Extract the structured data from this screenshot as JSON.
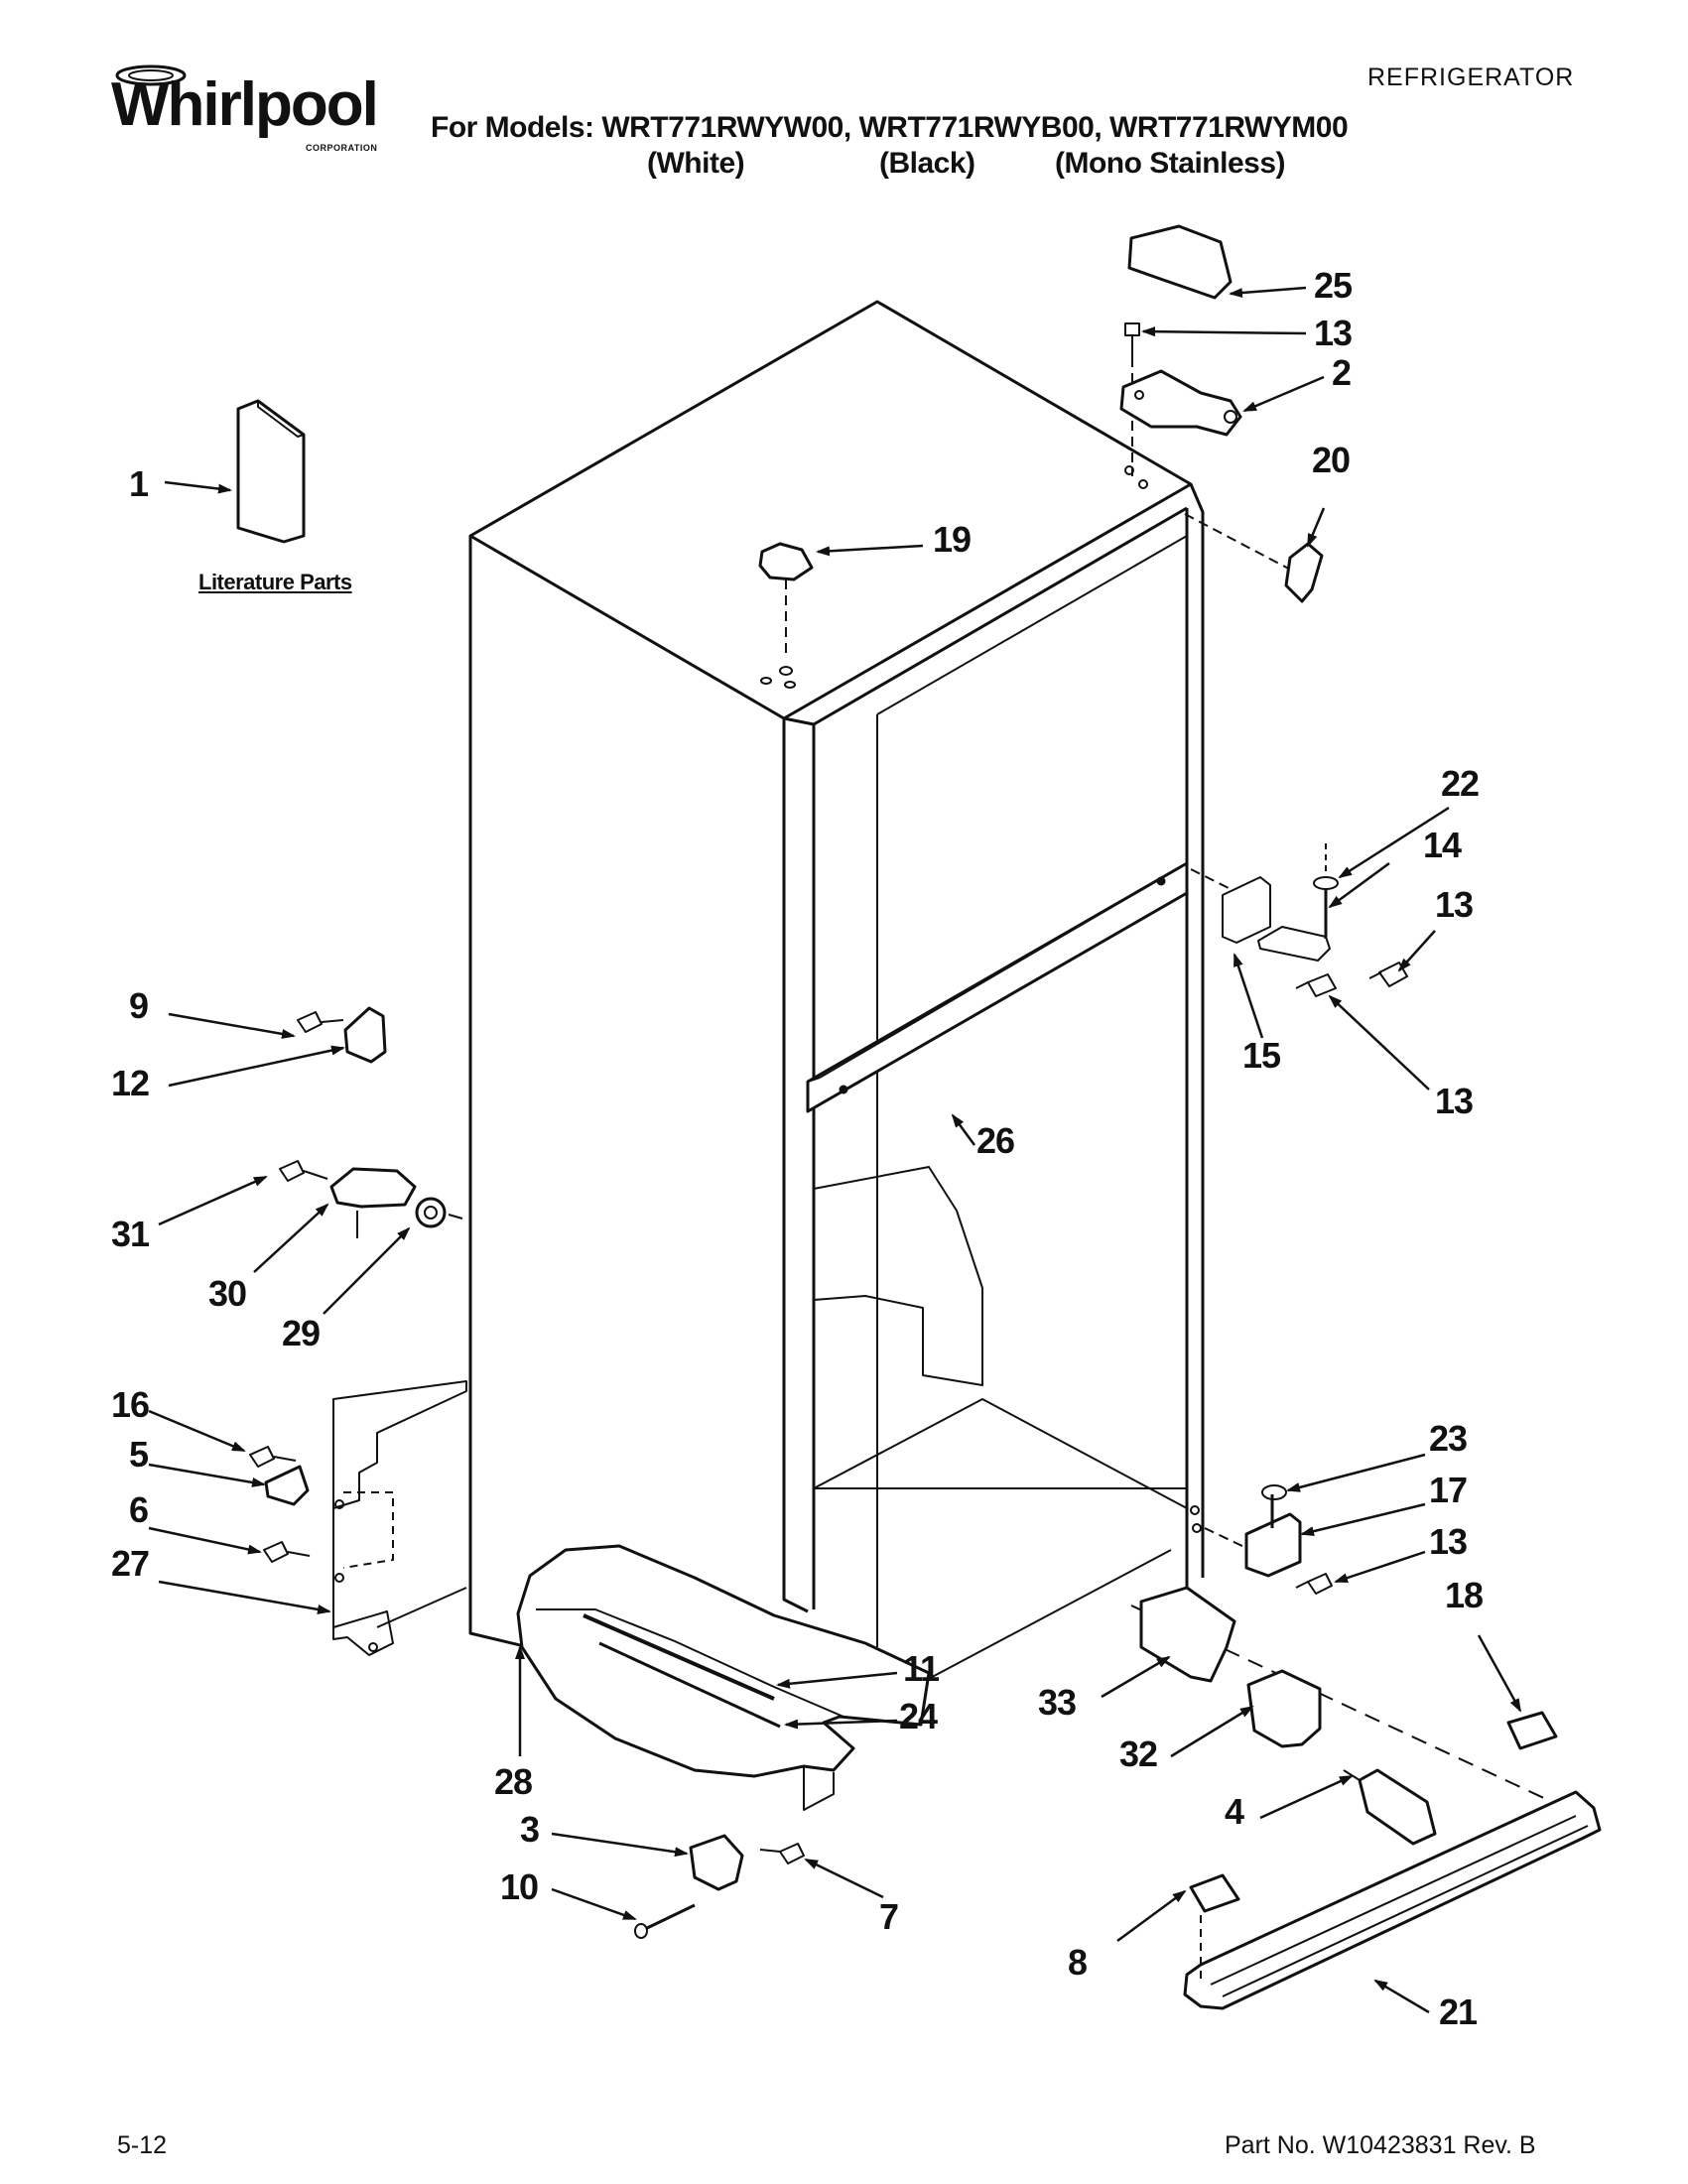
{
  "header": {
    "brand": "Whirlpool",
    "brand_sub": "CORPORATION",
    "category": "REFRIGERATOR",
    "models_line": "For Models: WRT771RWYW00, WRT771RWYB00, WRT771RWYM00",
    "finishes": [
      "(White)",
      "(Black)",
      "(Mono Stainless)"
    ]
  },
  "diagram": {
    "literature_label": "Literature Parts",
    "callouts": [
      "25",
      "13",
      "2",
      "20",
      "1",
      "19",
      "22",
      "14",
      "13",
      "15",
      "13",
      "9",
      "12",
      "26",
      "31",
      "30",
      "29",
      "16",
      "5",
      "6",
      "27",
      "23",
      "17",
      "13",
      "18",
      "11",
      "24",
      "33",
      "32",
      "28",
      "4",
      "3",
      "10",
      "7",
      "8",
      "21"
    ]
  },
  "footer": {
    "date_code": "5-12",
    "part_no": "Part No. W10423831 Rev. B"
  },
  "colors": {
    "ink": "#111111",
    "paper": "#ffffff"
  }
}
